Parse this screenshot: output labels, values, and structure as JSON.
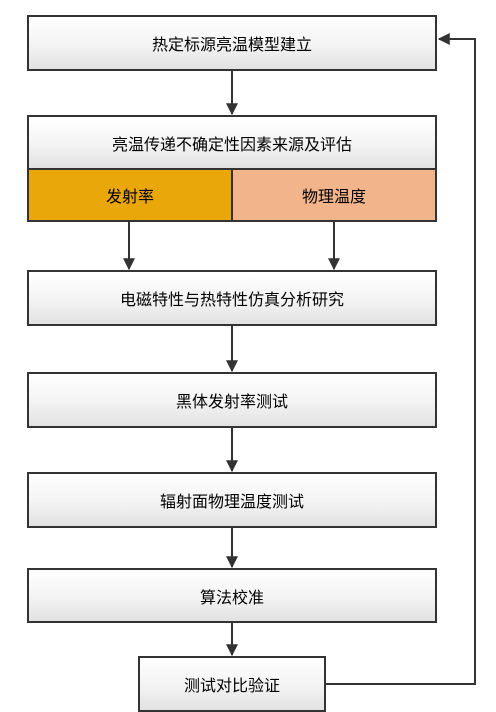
{
  "nodes": {
    "model_build": "热定标源亮温模型建立",
    "uncertainty": "亮温传递不确定性因素来源及评估",
    "emissivity": "发射率",
    "physical_temp": "物理温度",
    "simulation": "电磁特性与热特性仿真分析研究",
    "blackbody_test": "黑体发射率测试",
    "surface_temp_test": "辐射面物理温度测试",
    "calibration": "算法校准",
    "verification": "测试对比验证"
  },
  "colors": {
    "emissivity_fill": "#e9a70a",
    "physical_temp_fill": "#f2b48a",
    "line": "#333333"
  }
}
